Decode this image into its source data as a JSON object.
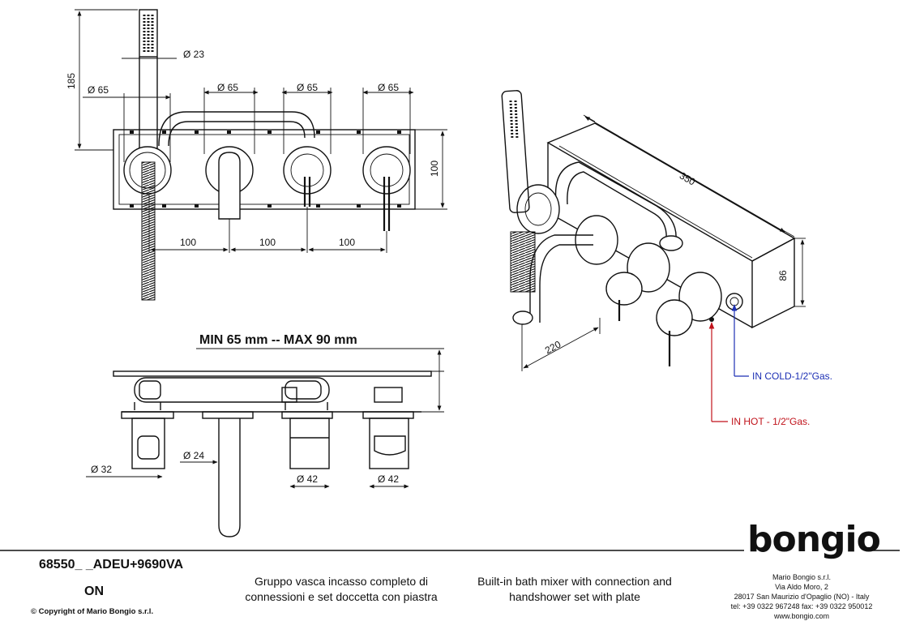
{
  "front_view": {
    "dim_hand_shower_dia": "Ø 23",
    "dim_height": "185",
    "dim_rosette_dia_1": "Ø 65",
    "dim_rosette_dia_2": "Ø 65",
    "dim_rosette_dia_3": "Ø 65",
    "dim_rosette_dia_4": "Ø 65",
    "dim_plate_height": "100",
    "dim_spacing_1": "100",
    "dim_spacing_2": "100",
    "dim_spacing_3": "100"
  },
  "section_view": {
    "wall_depth": "MIN 65 mm -- MAX 90 mm",
    "dim_holder_dia": "Ø 32",
    "dim_spout_dia": "Ø 24",
    "dim_knob_dia_1": "Ø 42",
    "dim_knob_dia_2": "Ø 42"
  },
  "iso_view": {
    "dim_length": "350",
    "dim_depth": "86",
    "dim_spout_reach": "220",
    "inlet_cold": "IN COLD-1/2\"Gas.",
    "inlet_hot": "IN HOT - 1/2\"Gas.",
    "colors": {
      "cold": "#1c2fb4",
      "hot": "#c0121a"
    }
  },
  "title_block": {
    "product_code": "68550_ _ADEU+9690VA",
    "product_code_line2": "ON",
    "copyright": "© Copyright of Mario Bongio s.r.l.",
    "description_it": "Gruppo vasca incasso completo di connessioni e set doccetta con piastra",
    "description_en": "Built-in bath mixer with connection and handshower set with plate",
    "logo": "bongio",
    "company_name": "Mario Bongio s.r.l.",
    "address_street": "Via Aldo Moro, 2",
    "address_city": "28017 San Maurizio d'Opaglio (NO) - Italy",
    "phone_fax": "tel: +39 0322 967248   fax: +39 0322 950012",
    "website": "www.bongio.com"
  }
}
